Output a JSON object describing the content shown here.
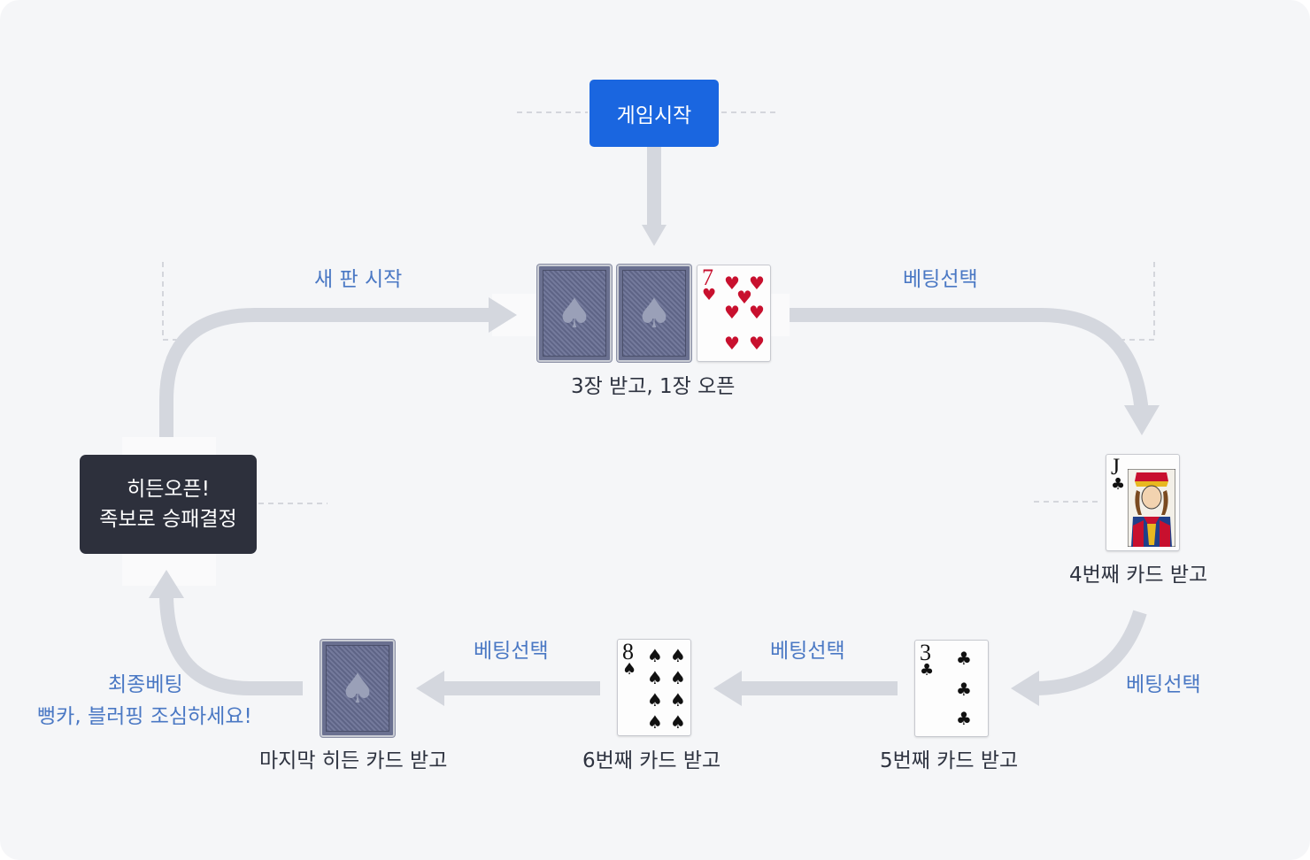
{
  "start_button": {
    "label": "게임시작"
  },
  "result_box": {
    "line1": "히든오픈!",
    "line2": "족보로 승패결정"
  },
  "arrow_labels": {
    "new_round": "새 판 시작",
    "bet_top": "베팅선택",
    "bet_right": "베팅선택",
    "bet_mid_right": "베팅선택",
    "bet_mid_left": "베팅선택",
    "final_bet_line1": "최종베팅",
    "final_bet_line2": "뻥카, 블러핑 조심하세요!"
  },
  "steps": {
    "first": "3장 받고, 1장 오픈",
    "fourth": "4번째 카드 받고",
    "fifth": "5번째 카드 받고",
    "sixth": "6번째 카드 받고",
    "last": "마지막 히든 카드 받고"
  },
  "cards": {
    "seven_hearts": {
      "rank": "7",
      "suit": "♥"
    },
    "jack_clubs": {
      "rank": "J",
      "suit": "♣"
    },
    "three_clubs": {
      "rank": "3",
      "suit": "♣"
    },
    "eight_spades": {
      "rank": "8",
      "suit": "♠"
    },
    "back_suit": "♠"
  },
  "colors": {
    "background": "#f5f6f8",
    "start_button": "#1a66e0",
    "result_box": "#2d303c",
    "label_blue": "#4a78c4",
    "flow_line": "#d4d7de",
    "card_back": "#6a7090",
    "heart_red": "#c8102e"
  }
}
